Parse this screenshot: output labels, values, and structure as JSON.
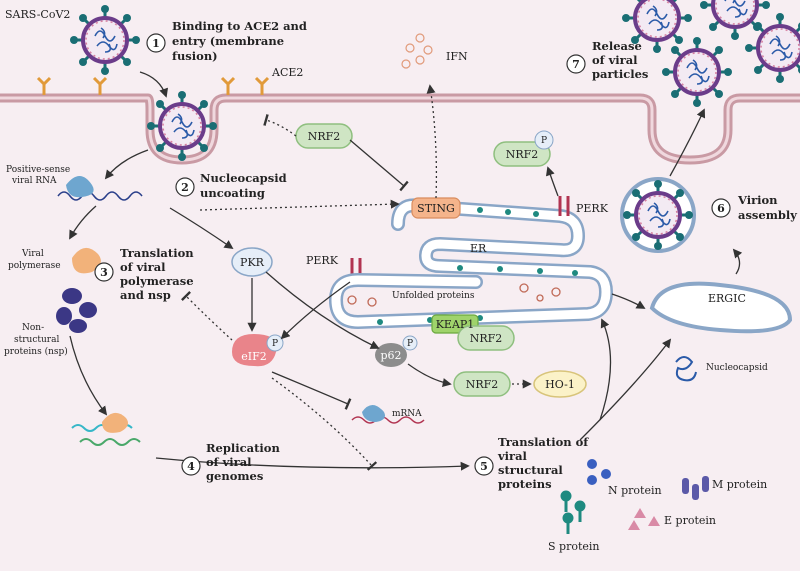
{
  "colors": {
    "background": "#f7eef2",
    "cytoplasm": "#f5e9ee",
    "membrane": "#c99aa4",
    "membrane_dark": "#a86c78",
    "er_fill": "#ffffff",
    "er_stroke": "#8aa6c7",
    "nrf2_fill": "#cfe5c4",
    "nrf2_stroke": "#8fbf7f",
    "sting_fill": "#f5b48b",
    "keap1_fill": "#9fd36b",
    "pkr_fill": "#e6eef8",
    "eif2_fill": "#e9848a",
    "p62_fill": "#8c8c8c",
    "ho1_fill": "#fbf2c8",
    "virus_spike": "#1a6e74",
    "virus_ring": "#6b3c8a",
    "s_protein": "#1f8a80",
    "n_protein": "#3a5fc0",
    "m_protein": "#5b59a8",
    "e_protein": "#d98aa6",
    "ace2": "#e19a3a"
  },
  "labels": {
    "sars_cov2": "SARS-CoV2",
    "ace2": "ACE2",
    "ifn": "IFN",
    "positive_sense_rna": [
      "Positive-sense",
      "viral RNA"
    ],
    "viral_polymerase": [
      "Viral",
      "polymerase"
    ],
    "nsp": [
      "Non-",
      "structural",
      "proteins (nsp)"
    ],
    "pkr": "PKR",
    "perk": "PERK",
    "perk_right": "PERK",
    "eif2": "eIF2",
    "p": "P",
    "p62": "p62",
    "mrna": "mRNA",
    "nrf2": "NRF2",
    "keap1": "KEAP1",
    "ho1": "HO-1",
    "sting": "STING",
    "er": "ER",
    "unfolded": "Unfolded proteins",
    "ergic": "ERGIC",
    "nucleocapsid": "Nucleocapsid",
    "n_protein": "N protein",
    "m_protein": "M protein",
    "e_protein": "E protein",
    "s_protein": "S protein"
  },
  "steps": [
    {
      "number": "1",
      "lines": [
        "Binding to ACE2 and",
        "entry (membrane",
        "fusion)"
      ]
    },
    {
      "number": "2",
      "lines": [
        "Nucleocapsid",
        "uncoating"
      ]
    },
    {
      "number": "3",
      "lines": [
        "Translation",
        "of viral",
        "polymerase",
        "and nsp"
      ]
    },
    {
      "number": "4",
      "lines": [
        "Replication",
        "of viral",
        "genomes"
      ]
    },
    {
      "number": "5",
      "lines": [
        "Translation of",
        "viral",
        "structural",
        "proteins"
      ]
    },
    {
      "number": "6",
      "lines": [
        "Virion",
        "assembly"
      ]
    },
    {
      "number": "7",
      "lines": [
        "Release",
        "of viral",
        "particles"
      ]
    }
  ]
}
